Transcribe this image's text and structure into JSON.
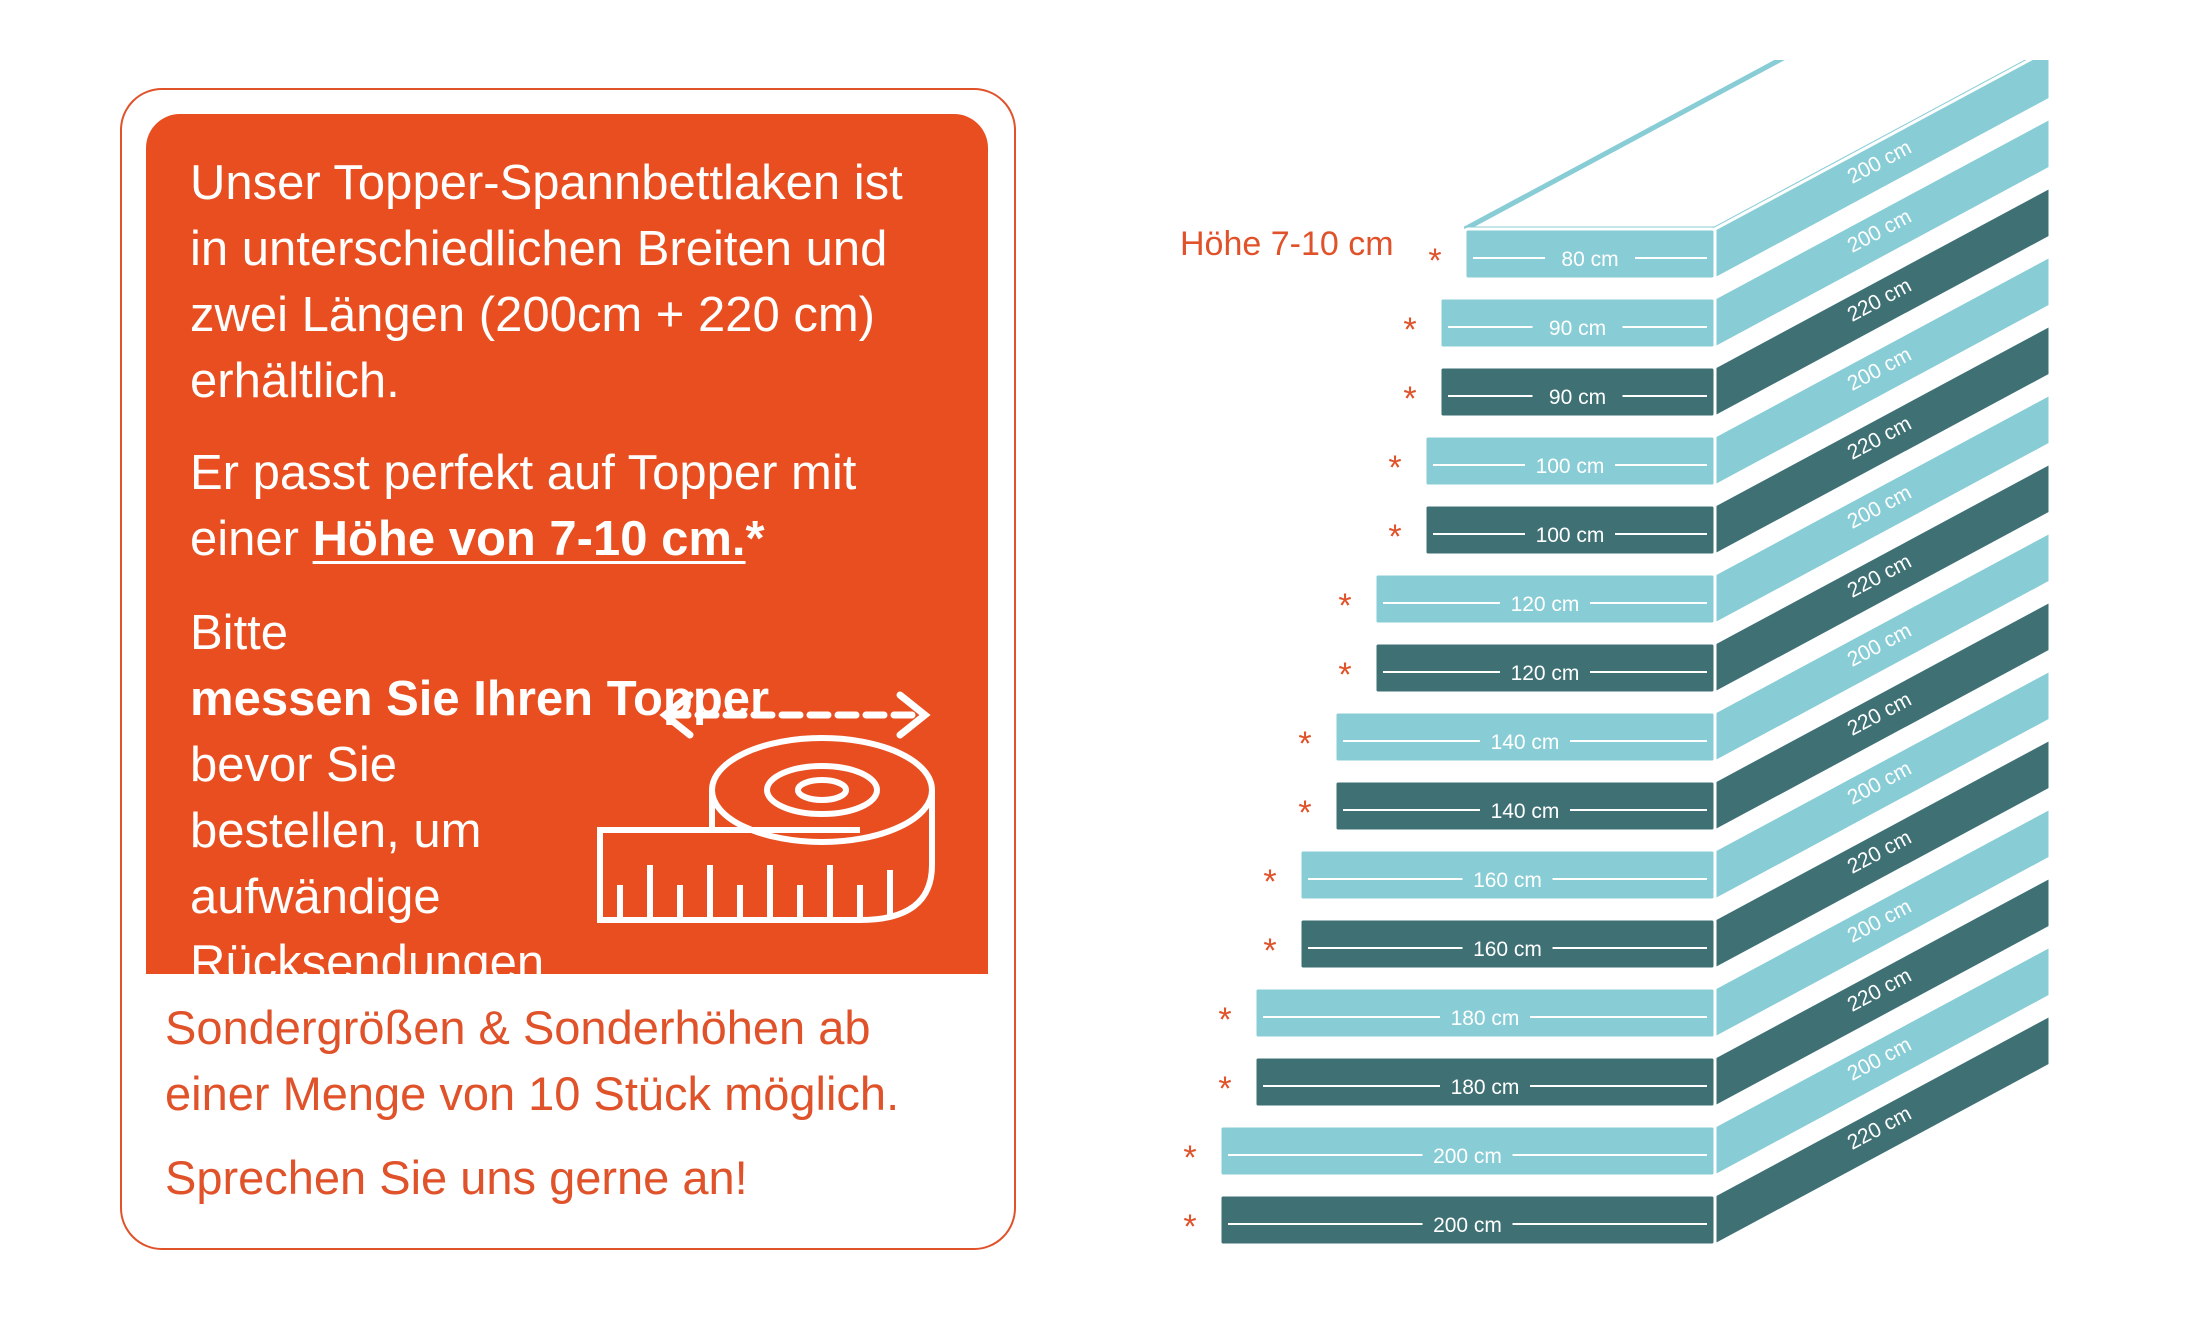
{
  "info_box": {
    "paragraph1": "Unser Topper-Spannbettlaken ist in unterschiedlichen Breiten und zwei Längen (200cm  + 220 cm) erhältlich.",
    "paragraph2_prefix": "Er passt perfekt auf Topper mit einer ",
    "paragraph2_highlight": "Höhe von  7-10 cm.",
    "paragraph2_suffix": "*",
    "paragraph3_prefix": "Bitte ",
    "paragraph3_bold": "messen Sie Ihren Topper",
    "paragraph3_rest": " bevor Sie bestellen, um aufwändige Rücksendungen zu vermeiden.",
    "note1": "Sondergrößen & Sonderhöhen ab einer Menge von 10 Stück möglich.",
    "note2": "Sprechen Sie uns gerne an!"
  },
  "diagram": {
    "height_label": "Höhe 7-10 cm",
    "asterisk": "*",
    "layers": [
      {
        "width": "80 cm",
        "length": "200 cm",
        "shade": "light"
      },
      {
        "width": "90 cm",
        "length": "200 cm",
        "shade": "light"
      },
      {
        "width": "90 cm",
        "length": "220 cm",
        "shade": "dark"
      },
      {
        "width": "100 cm",
        "length": "200 cm",
        "shade": "light"
      },
      {
        "width": "100 cm",
        "length": "220 cm",
        "shade": "dark"
      },
      {
        "width": "120 cm",
        "length": "200 cm",
        "shade": "light"
      },
      {
        "width": "120 cm",
        "length": "220 cm",
        "shade": "dark"
      },
      {
        "width": "140 cm",
        "length": "200 cm",
        "shade": "light"
      },
      {
        "width": "140 cm",
        "length": "220 cm",
        "shade": "dark"
      },
      {
        "width": "160 cm",
        "length": "200 cm",
        "shade": "light"
      },
      {
        "width": "160 cm",
        "length": "220 cm",
        "shade": "dark"
      },
      {
        "width": "180 cm",
        "length": "200 cm",
        "shade": "light"
      },
      {
        "width": "180 cm",
        "length": "220 cm",
        "shade": "dark"
      },
      {
        "width": "200 cm",
        "length": "200 cm",
        "shade": "light"
      },
      {
        "width": "200 cm",
        "length": "220 cm",
        "shade": "dark"
      }
    ],
    "colors": {
      "light_front": "#88cdd6",
      "light_side": "#88cdd6",
      "dark_front": "#3e7074",
      "dark_side": "#3e7074",
      "top": "#ffffff",
      "outline": "#88cdd6",
      "accent": "#e0522a"
    }
  }
}
